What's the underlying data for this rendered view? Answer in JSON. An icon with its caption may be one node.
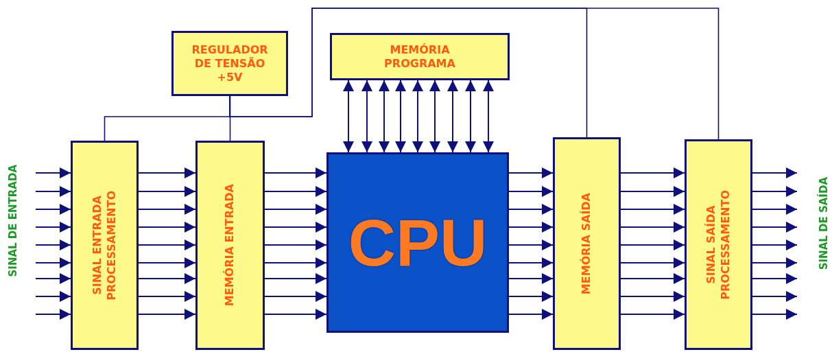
{
  "diagram": {
    "nodes": [
      {
        "text": [
          "REGULADOR DE TENSÃO +5V"
        ]
      },
      {
        "text": [
          "MEMÓRIA PROGRAMA"
        ]
      },
      {
        "text": [
          "SINAL ENTRADA PROCESSAMENTO"
        ]
      },
      {
        "text": [
          "MEMÓRIA ENTRADA"
        ]
      },
      {
        "text": [
          "CPU"
        ]
      },
      {
        "text": [
          "MEMÓRIA SAÍDA"
        ]
      },
      {
        "text": [
          "SINAL SAÍDA PROCESSAMENTO"
        ]
      }
    ],
    "edges": [
      {
        "from": 0,
        "to": 2,
        "arrow": "none"
      },
      {
        "from": 0,
        "to": 3,
        "arrow": "none"
      },
      {
        "from": 0,
        "to": 5,
        "arrow": "none"
      },
      {
        "from": 0,
        "to": 6,
        "arrow": "none"
      },
      {
        "from": 1,
        "to": 4,
        "arrow": "both"
      },
      {
        "from": 1,
        "to": 4,
        "arrow": "both"
      },
      {
        "from": 1,
        "to": 4,
        "arrow": "both"
      },
      {
        "from": 1,
        "to": 4,
        "arrow": "both"
      },
      {
        "from": 1,
        "to": 4,
        "arrow": "both"
      },
      {
        "from": 1,
        "to": 4,
        "arrow": "both"
      },
      {
        "from": 1,
        "to": 4,
        "arrow": "both"
      },
      {
        "from": 1,
        "to": 4,
        "arrow": "both"
      },
      {
        "from": 1,
        "to": 4,
        "arrow": "both"
      },
      {
        "from": null,
        "to": 2,
        "arrow": "to"
      },
      {
        "from": null,
        "to": 2,
        "arrow": "to"
      },
      {
        "from": null,
        "to": 2,
        "arrow": "to"
      },
      {
        "from": null,
        "to": 2,
        "arrow": "to"
      },
      {
        "from": null,
        "to": 2,
        "arrow": "to"
      },
      {
        "from": null,
        "to": 2,
        "arrow": "to"
      },
      {
        "from": null,
        "to": 2,
        "arrow": "to"
      },
      {
        "from": null,
        "to": 2,
        "arrow": "to"
      },
      {
        "from": null,
        "to": 2,
        "arrow": "to"
      },
      {
        "from": 2,
        "to": 3,
        "arrow": "to"
      },
      {
        "from": 2,
        "to": 3,
        "arrow": "to"
      },
      {
        "from": 2,
        "to": 3,
        "arrow": "to"
      },
      {
        "from": 2,
        "to": 3,
        "arrow": "to"
      },
      {
        "from": 2,
        "to": 3,
        "arrow": "to"
      },
      {
        "from": 2,
        "to": 3,
        "arrow": "to"
      },
      {
        "from": 2,
        "to": 3,
        "arrow": "to"
      },
      {
        "from": 2,
        "to": 3,
        "arrow": "to"
      },
      {
        "from": 2,
        "to": 3,
        "arrow": "to"
      },
      {
        "from": 3,
        "to": 4,
        "arrow": "to"
      },
      {
        "from": 3,
        "to": 4,
        "arrow": "to"
      },
      {
        "from": 3,
        "to": 4,
        "arrow": "to"
      },
      {
        "from": 3,
        "to": 4,
        "arrow": "to"
      },
      {
        "from": 3,
        "to": 4,
        "arrow": "to"
      },
      {
        "from": 3,
        "to": 4,
        "arrow": "to"
      },
      {
        "from": 3,
        "to": 4,
        "arrow": "to"
      },
      {
        "from": 3,
        "to": 4,
        "arrow": "to"
      },
      {
        "from": 3,
        "to": 4,
        "arrow": "to"
      },
      {
        "from": 4,
        "to": 5,
        "arrow": "to"
      },
      {
        "from": 4,
        "to": 5,
        "arrow": "to"
      },
      {
        "from": 4,
        "to": 5,
        "arrow": "to"
      },
      {
        "from": 4,
        "to": 5,
        "arrow": "to"
      },
      {
        "from": 4,
        "to": 5,
        "arrow": "to"
      },
      {
        "from": 4,
        "to": 5,
        "arrow": "to"
      },
      {
        "from": 4,
        "to": 5,
        "arrow": "to"
      },
      {
        "from": 4,
        "to": 5,
        "arrow": "to"
      },
      {
        "from": 4,
        "to": 5,
        "arrow": "to"
      },
      {
        "from": 5,
        "to": 6,
        "arrow": "to"
      },
      {
        "from": 5,
        "to": 6,
        "arrow": "to"
      },
      {
        "from": 5,
        "to": 6,
        "arrow": "to"
      },
      {
        "from": 5,
        "to": 6,
        "arrow": "to"
      },
      {
        "from": 5,
        "to": 6,
        "arrow": "to"
      },
      {
        "from": 5,
        "to": 6,
        "arrow": "to"
      },
      {
        "from": 5,
        "to": 6,
        "arrow": "to"
      },
      {
        "from": 5,
        "to": 6,
        "arrow": "to"
      },
      {
        "from": 5,
        "to": 6,
        "arrow": "to"
      },
      {
        "from": 6,
        "to": null,
        "arrow": "to"
      },
      {
        "from": 6,
        "to": null,
        "arrow": "to"
      },
      {
        "from": 6,
        "to": null,
        "arrow": "to"
      },
      {
        "from": 6,
        "to": null,
        "arrow": "to"
      },
      {
        "from": 6,
        "to": null,
        "arrow": "to"
      },
      {
        "from": 6,
        "to": null,
        "arrow": "to"
      },
      {
        "from": 6,
        "to": null,
        "arrow": "to"
      },
      {
        "from": 6,
        "to": null,
        "arrow": "to"
      },
      {
        "from": 6,
        "to": null,
        "arrow": "to"
      }
    ],
    "labels": [
      "SINAL DE ENTRADA",
      "SINAL DE SAÍDA"
    ]
  }
}
